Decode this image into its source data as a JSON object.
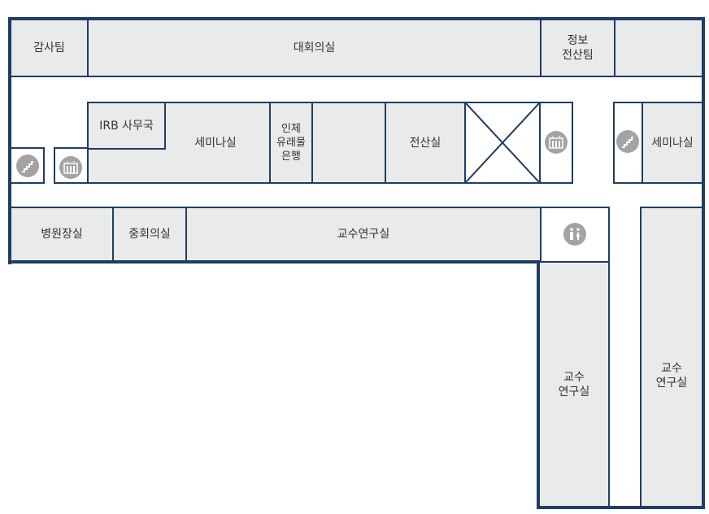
{
  "floorplan": {
    "rooms": {
      "audit_team": "감사팀",
      "main_conference": "대회의실",
      "it_team": "정보\n전산팀",
      "irb_office": "IRB 사무국",
      "seminar_left": "세미나실",
      "biobank": "인체\n유래물\n은행",
      "computer_room": "전산실",
      "seminar_right": "세미나실",
      "director_office": "병원장실",
      "mid_conference": "중회의실",
      "faculty_office_main": "교수연구실",
      "faculty_office_wing_left": "교수\n연구실",
      "faculty_office_wing_right": "교수\n연구실"
    },
    "icons": [
      "stairs-icon",
      "elevator-icon",
      "elevator-icon",
      "stairs-icon",
      "restroom-icon"
    ],
    "colors": {
      "wall": "#1f3d63",
      "room_fill": "#e9eaea",
      "icon_fill": "#a3a3a3"
    }
  }
}
